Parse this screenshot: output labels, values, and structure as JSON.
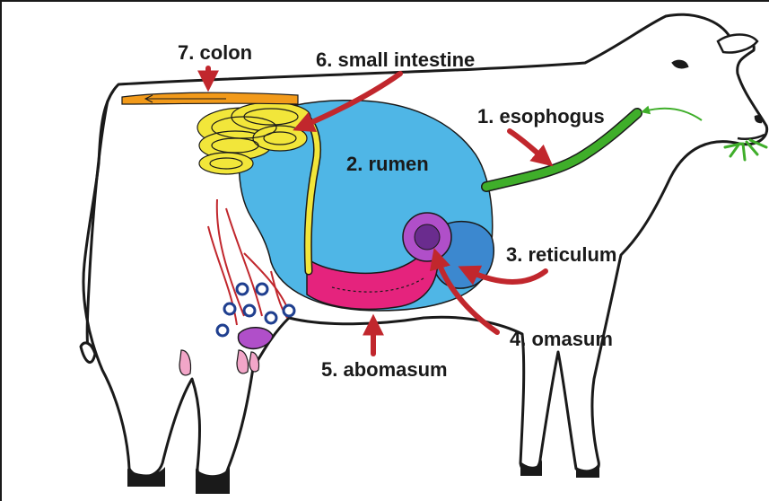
{
  "diagram": {
    "labels": {
      "esophagus": "1. esophogus",
      "rumen": "2. rumen",
      "reticulum": "3. reticulum",
      "omasum": "4. omasum",
      "abomasum": "5. abomasum",
      "small_intestine": "6. small intestine",
      "colon": "7. colon"
    },
    "colors": {
      "esophagus": "#3fae2a",
      "rumen": "#4fb6e6",
      "reticulum": "#3c88cf",
      "omasum": "#7a2fa0",
      "abomasum": "#e5237d",
      "small_intestine": "#f2e63a",
      "colon": "#f29a1a",
      "arrow": "#c1272d",
      "udder": "#b04fc9",
      "teat": "#f2a6c8",
      "outline": "#1a1a1a"
    }
  }
}
